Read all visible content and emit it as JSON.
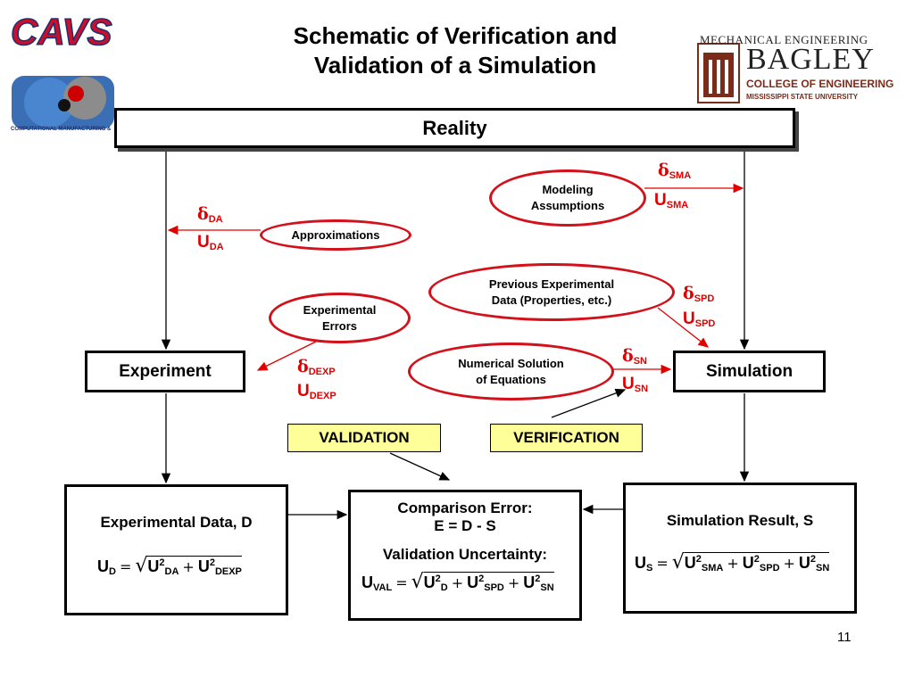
{
  "title": {
    "line1": "Schematic of Verification and",
    "line2": "Validation of a Simulation"
  },
  "logos": {
    "cavs": {
      "text": "CAVS",
      "subtext": "COMPUTATIONAL MANUFACTURING &"
    },
    "bagley": {
      "line1": "MECHANICAL ENGINEERING",
      "line2": "BAGLEY",
      "line3": "COLLEGE OF ENGINEERING",
      "line4": "MISSISSIPPI STATE UNIVERSITY"
    }
  },
  "boxes": {
    "reality": "Reality",
    "experiment": "Experiment",
    "simulation": "Simulation"
  },
  "tags": {
    "validation": "VALIDATION",
    "verification": "VERIFICATION"
  },
  "ellipses": {
    "modeling": {
      "line1": "Modeling",
      "line2": "Assumptions"
    },
    "approximations": {
      "line1": "Approximations"
    },
    "previous": {
      "line1": "Previous Experimental",
      "line2": "Data (Properties, etc.)"
    },
    "experimental_errors": {
      "line1": "Experimental",
      "line2": "Errors"
    },
    "numerical": {
      "line1": "Numerical Solution",
      "line2": "of Equations"
    }
  },
  "errors": {
    "sma": {
      "delta": "δ",
      "u": "U",
      "sub": "SMA"
    },
    "da": {
      "delta": "δ",
      "u": "U",
      "sub": "DA"
    },
    "spd": {
      "delta": "δ",
      "u": "U",
      "sub": "SPD"
    },
    "dexp": {
      "delta": "δ",
      "u": "U",
      "sub": "DEXP"
    },
    "sn": {
      "delta": "δ",
      "u": "U",
      "sub": "SN"
    }
  },
  "results": {
    "expdata": {
      "title": "Experimental Data, D",
      "lhs": "U",
      "lhs_sub": "D",
      "eq": "=",
      "root": "√",
      "t1": "U",
      "t1_sup": "2",
      "t1_sub": "DA",
      "plus": "+",
      "t2": "U",
      "t2_sup": "2",
      "t2_sub": "DEXP"
    },
    "comparison": {
      "line1": "Comparison Error:",
      "line2": "E = D - S",
      "line3": "Validation Uncertainty:",
      "lhs": "U",
      "lhs_sub": "VAL",
      "eq": "=",
      "root": "√",
      "t1": "U",
      "t1_sup": "2",
      "t1_sub": "D",
      "plus1": "+",
      "t2": "U",
      "t2_sup": "2",
      "t2_sub": "SPD",
      "plus2": "+",
      "t3": "U",
      "t3_sup": "2",
      "t3_sub": "SN"
    },
    "simresult": {
      "title": "Simulation Result, S",
      "lhs": "U",
      "lhs_sub": "S",
      "eq": "=",
      "root": "√",
      "t1": "U",
      "t1_sup": "2",
      "t1_sub": "SMA",
      "plus1": "+",
      "t2": "U",
      "t2_sup": "2",
      "t2_sub": "SPD",
      "plus2": "+",
      "t3": "U",
      "t3_sup": "2",
      "t3_sub": "SN"
    }
  },
  "page_number": "11",
  "colors": {
    "error_red": "#e00000",
    "ellipse_border": "#d4101a",
    "tag_fill": "#ffff99"
  }
}
